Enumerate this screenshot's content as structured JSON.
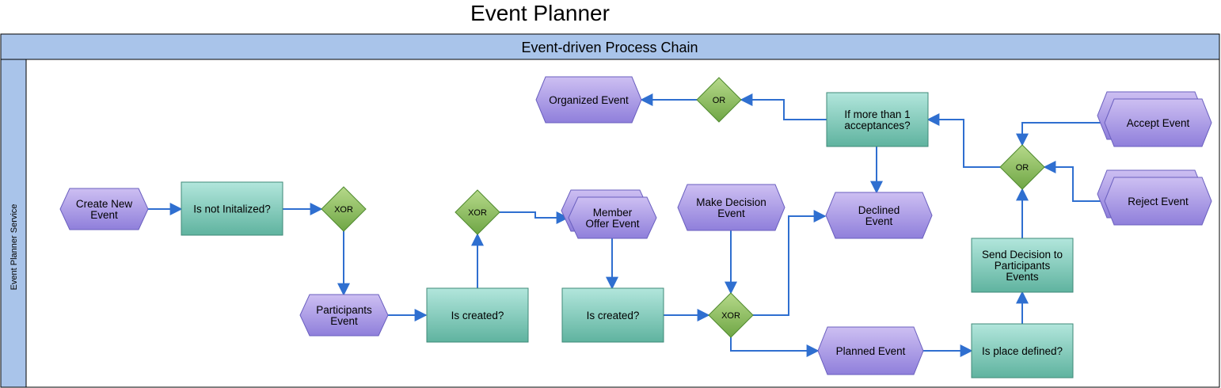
{
  "diagram": {
    "title": "Event Planner",
    "pool_label": "Event-driven Process Chain",
    "lane_label": "Event Planner Service"
  },
  "events": {
    "create_new_event": [
      "Create New",
      "Event"
    ],
    "participants_event": [
      "Participants",
      "Event"
    ],
    "member_offer_event": [
      "Member",
      "Offer Event"
    ],
    "make_decision_event": [
      "Make Decision",
      "Event"
    ],
    "declined_event": [
      "Declined",
      "Event"
    ],
    "organized_event": [
      "Organized Event"
    ],
    "accept_event": [
      "Accept Event"
    ],
    "reject_event": [
      "Reject Event"
    ],
    "planned_event": [
      "Planned Event"
    ]
  },
  "functions": {
    "is_not_initialized": [
      "Is not Initalized?"
    ],
    "is_created_1": [
      "Is created?"
    ],
    "is_created_2": [
      "Is created?"
    ],
    "if_more_than_1": [
      "If more than 1",
      "acceptances?"
    ],
    "send_decision": [
      "Send Decision to",
      "Participants",
      "Events"
    ],
    "is_place_defined": [
      "Is place defined?"
    ]
  },
  "gateways": {
    "xor_1": "XOR",
    "xor_2": "XOR",
    "xor_3": "XOR",
    "or_top": "OR",
    "or_right": "OR"
  },
  "colors": {
    "pool_header": "#a9c4ea",
    "event_top": "#cdbff2",
    "event_bottom": "#8f7fdb",
    "function_top": "#b2e6dc",
    "function_bottom": "#5fb39f",
    "gateway_top": "#b6d98a",
    "gateway_bottom": "#6fa645",
    "connector": "#2f6fd0"
  }
}
